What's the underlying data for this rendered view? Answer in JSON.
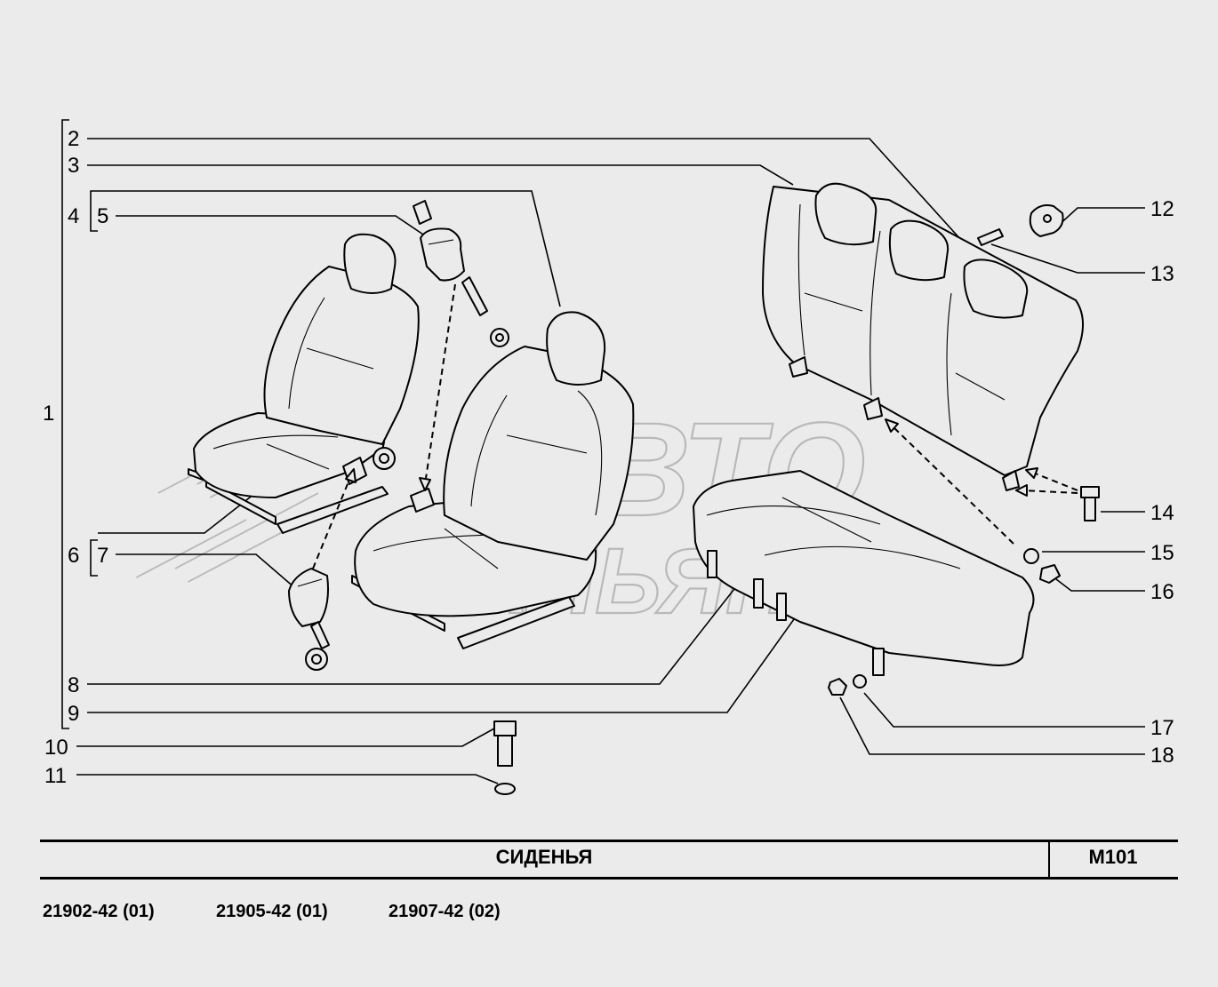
{
  "diagram": {
    "callouts": [
      "1",
      "2",
      "3",
      "4",
      "5",
      "6",
      "7",
      "8",
      "9",
      "10",
      "11",
      "12",
      "13",
      "14",
      "15",
      "16",
      "17",
      "18"
    ],
    "watermark": {
      "line1": "АВТО",
      "line2": "АЛЬЯНС"
    }
  },
  "footer": {
    "title": "СИДЕНЬЯ",
    "code": "M101",
    "variants": [
      "21902-42 (01)",
      "21905-42 (01)",
      "21907-42 (02)"
    ]
  }
}
